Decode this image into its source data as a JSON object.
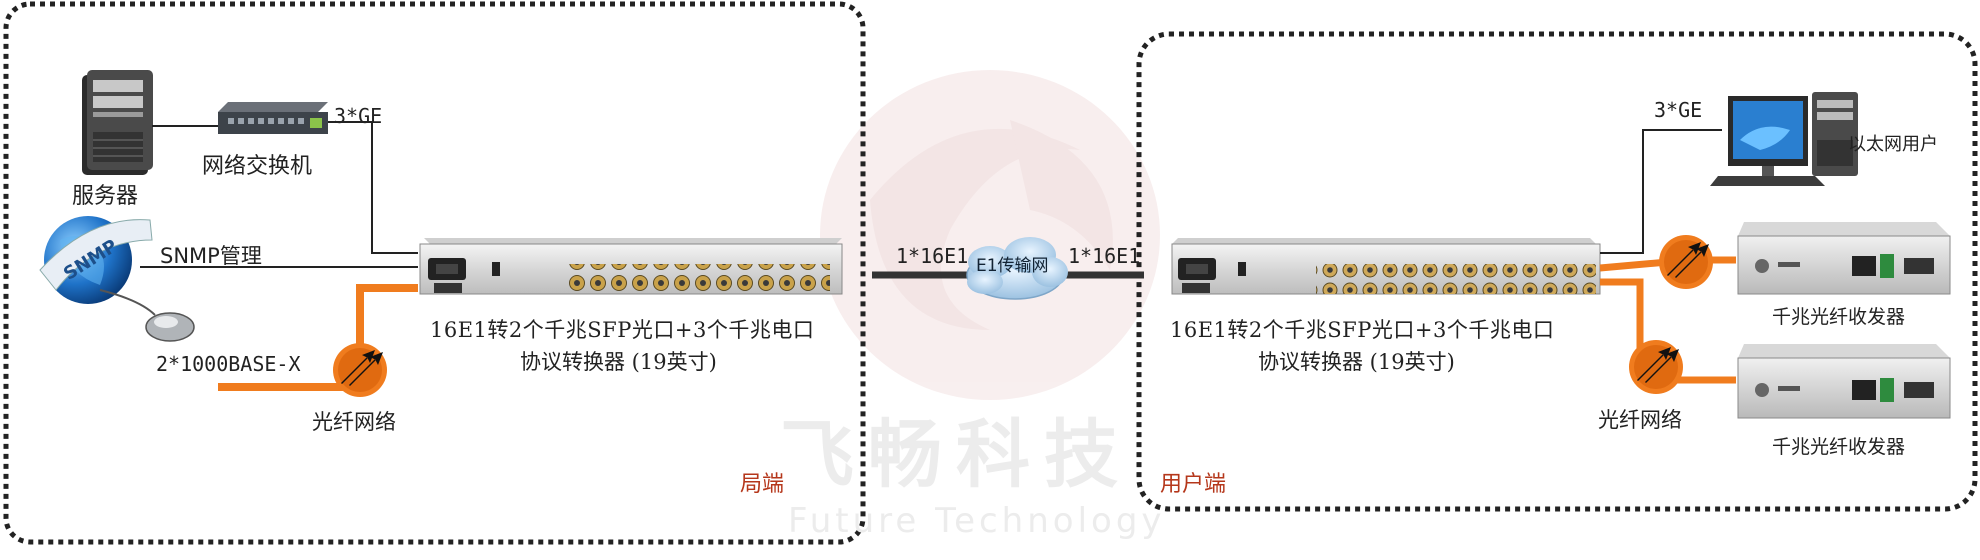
{
  "watermark": {
    "cn_text": "飞畅科技",
    "en_text": "Future Technology"
  },
  "local_side": {
    "region_label": "局端",
    "server_label": "服务器",
    "switch_label": "网络交换机",
    "ge_label": "3*GE",
    "snmp_label": "SNMP管理",
    "snmp_globe_text": "SNMP",
    "fiber_label": "2*1000BASE-X",
    "fiber_network_label": "光纤网络",
    "device_name_line1": "16E1转2个千兆SFP光口+3个千兆电口",
    "device_name_line2": "协议转换器 (19英寸)"
  },
  "link": {
    "left_label": "1*16E1",
    "right_label": "1*16E1",
    "cloud_label": "E1传输网"
  },
  "remote_side": {
    "region_label": "用户端",
    "ge_label": "3*GE",
    "pc_label": "以太网用户",
    "transceiver1_label": "千兆光纤收发器",
    "transceiver2_label": "千兆光纤收发器",
    "fiber_network_label": "光纤网络",
    "device_name_line1": "16E1转2个千兆SFP光口+3个千兆电口",
    "device_name_line2": "协议转换器 (19英寸)"
  },
  "colors": {
    "fiber": "#f07c1e",
    "cable": "#222222",
    "region_label": "#b5371b",
    "watermark": "#e9d6d6"
  }
}
